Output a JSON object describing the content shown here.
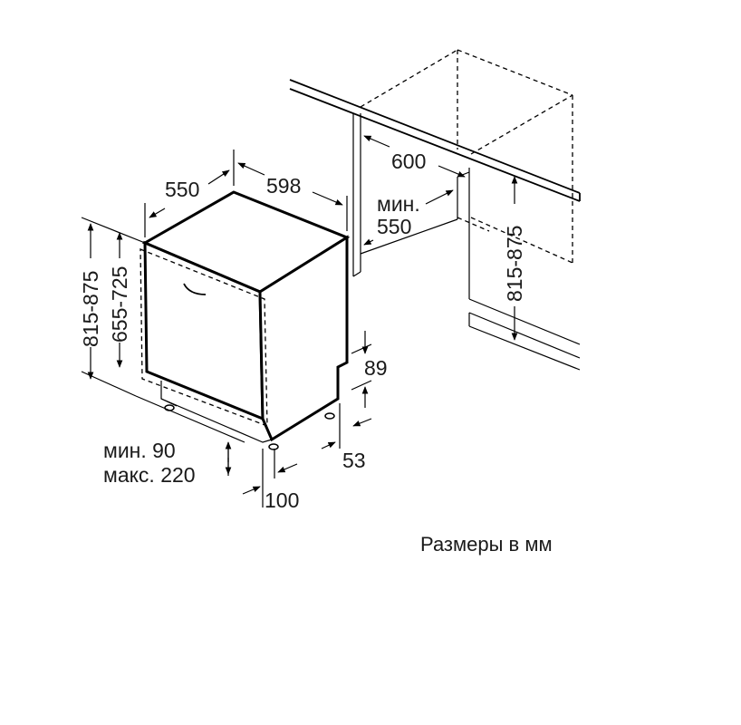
{
  "dimensions": {
    "depth": "550",
    "width": "598",
    "niche_width": "600",
    "niche_depth_line1": "мин.",
    "niche_depth_line2": "550",
    "niche_height": "815-875",
    "height_total": "815-875",
    "height_body": "655-725",
    "plinth_height": "89",
    "plinth_offset": "53",
    "plinth_depth": "100",
    "clearance_min": "мин. 90",
    "clearance_max": "макс. 220"
  },
  "caption": "Размеры в мм",
  "colors": {
    "lines": "#000000",
    "background": "#ffffff"
  }
}
